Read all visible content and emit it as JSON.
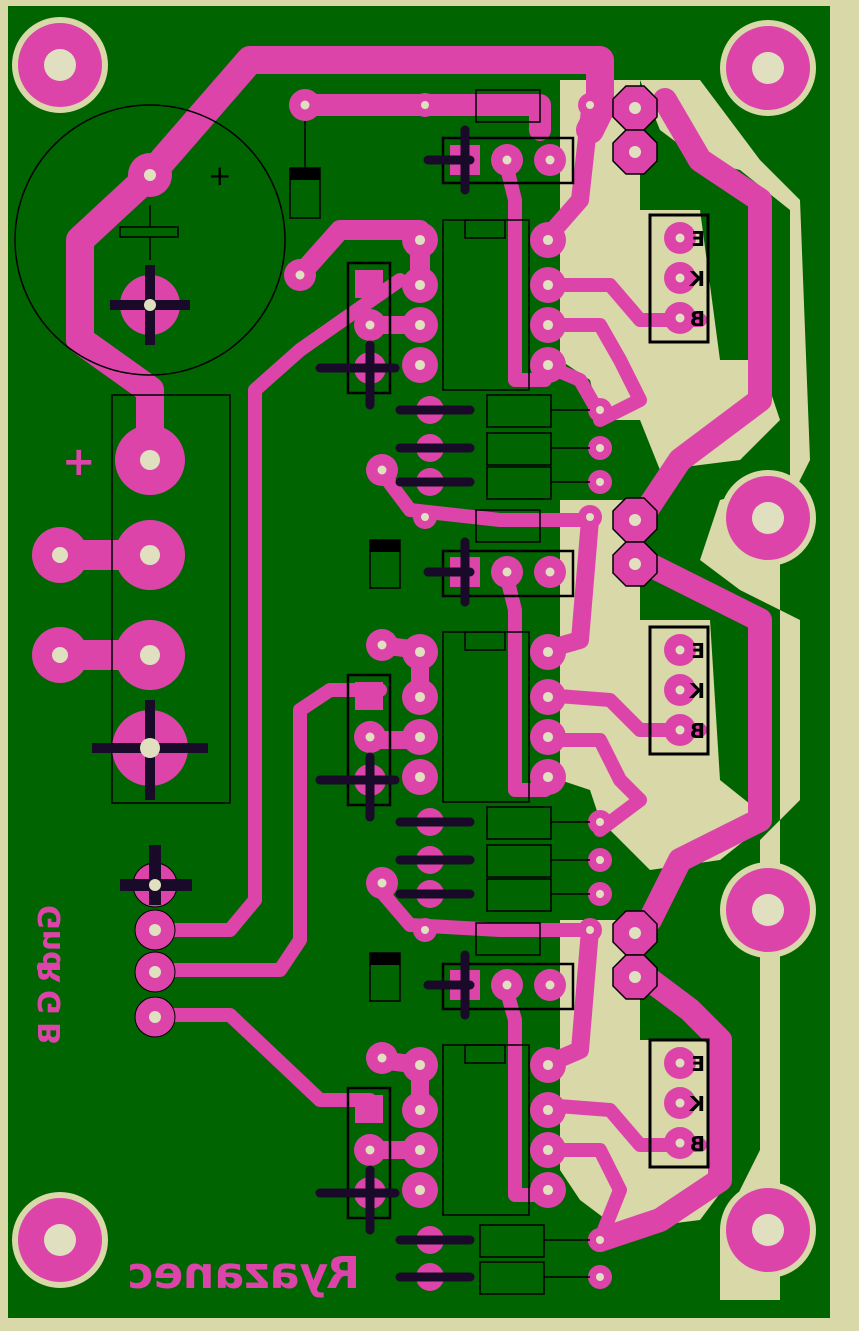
{
  "board": {
    "colors": {
      "substrate": "#006400",
      "ground_fill": "#d8d8a8",
      "copper": "#dd44aa",
      "pad_hole": "#e0e0c0",
      "silkscreen": "#000000",
      "jumper": "#1a0a2a"
    },
    "labels": {
      "plus_sign": "+",
      "cap_polarity": "+",
      "connector_gnd": "Gnd",
      "connector_r": "R",
      "connector_g": "G",
      "connector_b": "B",
      "author": "Ryazanec"
    },
    "transistor_pins": {
      "e": "E",
      "k": "K",
      "b": "B"
    },
    "transistor_count": 3,
    "icons": {
      "mounting_hole": "mounting-hole-icon",
      "pad": "solder-pad-icon",
      "trace": "copper-trace-icon"
    }
  }
}
